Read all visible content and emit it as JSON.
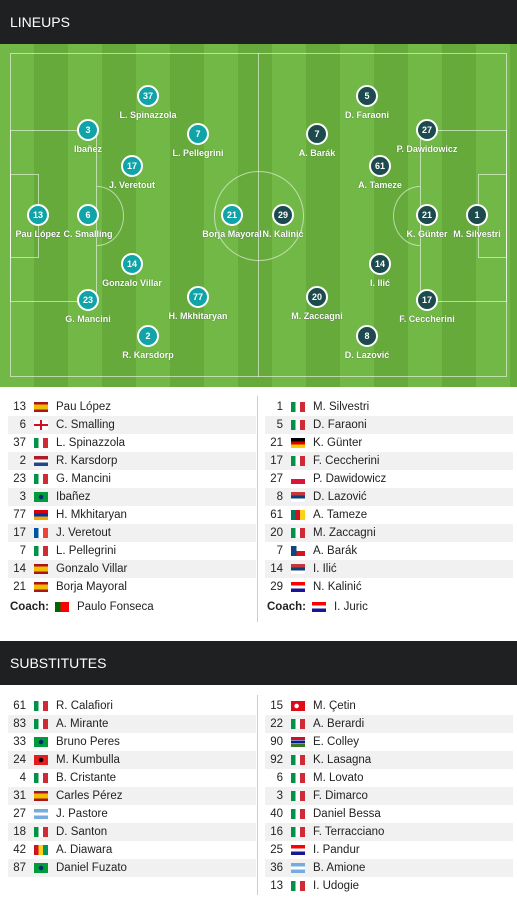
{
  "lineups_title": "LINEUPS",
  "subs_title": "SUBSTITUTES",
  "coach_label": "Coach:",
  "home_coach": {
    "name": "Paulo Fonseca",
    "flag": "PT"
  },
  "away_coach": {
    "name": "I. Juric",
    "flag": "HR"
  },
  "home_pitch": [
    {
      "num": "37",
      "name": "L. Spinazzola"
    },
    {
      "num": "3",
      "name": "Ibañez"
    },
    {
      "num": "7",
      "name": "L. Pellegrini"
    },
    {
      "num": "17",
      "name": "J. Veretout"
    },
    {
      "num": "13",
      "name": "Pau López"
    },
    {
      "num": "6",
      "name": "C. Smalling"
    },
    {
      "num": "21",
      "name": "Borja Mayoral"
    },
    {
      "num": "14",
      "name": "Gonzalo Villar"
    },
    {
      "num": "23",
      "name": "G. Mancini"
    },
    {
      "num": "77",
      "name": "H. Mkhitaryan"
    },
    {
      "num": "2",
      "name": "R. Karsdorp"
    }
  ],
  "away_pitch": [
    {
      "num": "5",
      "name": "D. Faraoni"
    },
    {
      "num": "7",
      "name": "A. Barák"
    },
    {
      "num": "27",
      "name": "P. Dawidowicz"
    },
    {
      "num": "61",
      "name": "A. Tameze"
    },
    {
      "num": "29",
      "name": "N. Kalinić"
    },
    {
      "num": "21",
      "name": "K. Günter"
    },
    {
      "num": "1",
      "name": "M. Silvestri"
    },
    {
      "num": "14",
      "name": "I. Ilić"
    },
    {
      "num": "20",
      "name": "M. Zaccagni"
    },
    {
      "num": "17",
      "name": "F. Ceccherini"
    },
    {
      "num": "8",
      "name": "D. Lazović"
    }
  ],
  "home_lineup": [
    {
      "num": "13",
      "name": "Pau López",
      "flag": "ES"
    },
    {
      "num": "6",
      "name": "C. Smalling",
      "flag": "EN"
    },
    {
      "num": "37",
      "name": "L. Spinazzola",
      "flag": "IT"
    },
    {
      "num": "2",
      "name": "R. Karsdorp",
      "flag": "NL"
    },
    {
      "num": "23",
      "name": "G. Mancini",
      "flag": "IT"
    },
    {
      "num": "3",
      "name": "Ibañez",
      "flag": "BR"
    },
    {
      "num": "77",
      "name": "H. Mkhitaryan",
      "flag": "AM"
    },
    {
      "num": "17",
      "name": "J. Veretout",
      "flag": "FR"
    },
    {
      "num": "7",
      "name": "L. Pellegrini",
      "flag": "IT"
    },
    {
      "num": "14",
      "name": "Gonzalo Villar",
      "flag": "ES"
    },
    {
      "num": "21",
      "name": "Borja Mayoral",
      "flag": "ES"
    }
  ],
  "away_lineup": [
    {
      "num": "1",
      "name": "M. Silvestri",
      "flag": "IT"
    },
    {
      "num": "5",
      "name": "D. Faraoni",
      "flag": "IT"
    },
    {
      "num": "21",
      "name": "K. Günter",
      "flag": "DE"
    },
    {
      "num": "17",
      "name": "F. Ceccherini",
      "flag": "IT"
    },
    {
      "num": "27",
      "name": "P. Dawidowicz",
      "flag": "PL"
    },
    {
      "num": "8",
      "name": "D. Lazović",
      "flag": "RS"
    },
    {
      "num": "61",
      "name": "A. Tameze",
      "flag": "CM"
    },
    {
      "num": "20",
      "name": "M. Zaccagni",
      "flag": "IT"
    },
    {
      "num": "7",
      "name": "A. Barák",
      "flag": "CZ"
    },
    {
      "num": "14",
      "name": "I. Ilić",
      "flag": "RS"
    },
    {
      "num": "29",
      "name": "N. Kalinić",
      "flag": "HR"
    }
  ],
  "home_subs": [
    {
      "num": "61",
      "name": "R. Calafiori",
      "flag": "IT"
    },
    {
      "num": "83",
      "name": "A. Mirante",
      "flag": "IT"
    },
    {
      "num": "33",
      "name": "Bruno Peres",
      "flag": "BR"
    },
    {
      "num": "24",
      "name": "M. Kumbulla",
      "flag": "AL"
    },
    {
      "num": "4",
      "name": "B. Cristante",
      "flag": "IT"
    },
    {
      "num": "31",
      "name": "Carles Pérez",
      "flag": "ES"
    },
    {
      "num": "27",
      "name": "J. Pastore",
      "flag": "AR"
    },
    {
      "num": "18",
      "name": "D. Santon",
      "flag": "IT"
    },
    {
      "num": "42",
      "name": "A. Diawara",
      "flag": "GN"
    },
    {
      "num": "87",
      "name": "Daniel Fuzato",
      "flag": "BR"
    }
  ],
  "away_subs": [
    {
      "num": "15",
      "name": "M. Çetin",
      "flag": "TR"
    },
    {
      "num": "22",
      "name": "A. Berardi",
      "flag": "IT"
    },
    {
      "num": "90",
      "name": "E. Colley",
      "flag": "GM"
    },
    {
      "num": "92",
      "name": "K. Lasagna",
      "flag": "IT"
    },
    {
      "num": "6",
      "name": "M. Lovato",
      "flag": "IT"
    },
    {
      "num": "3",
      "name": "F. Dimarco",
      "flag": "IT"
    },
    {
      "num": "40",
      "name": "Daniel Bessa",
      "flag": "IT"
    },
    {
      "num": "16",
      "name": "F. Terracciano",
      "flag": "IT"
    },
    {
      "num": "25",
      "name": "I. Pandur",
      "flag": "HR"
    },
    {
      "num": "36",
      "name": "B. Amione",
      "flag": "AR"
    },
    {
      "num": "13",
      "name": "I. Udogie",
      "flag": "IT"
    }
  ]
}
